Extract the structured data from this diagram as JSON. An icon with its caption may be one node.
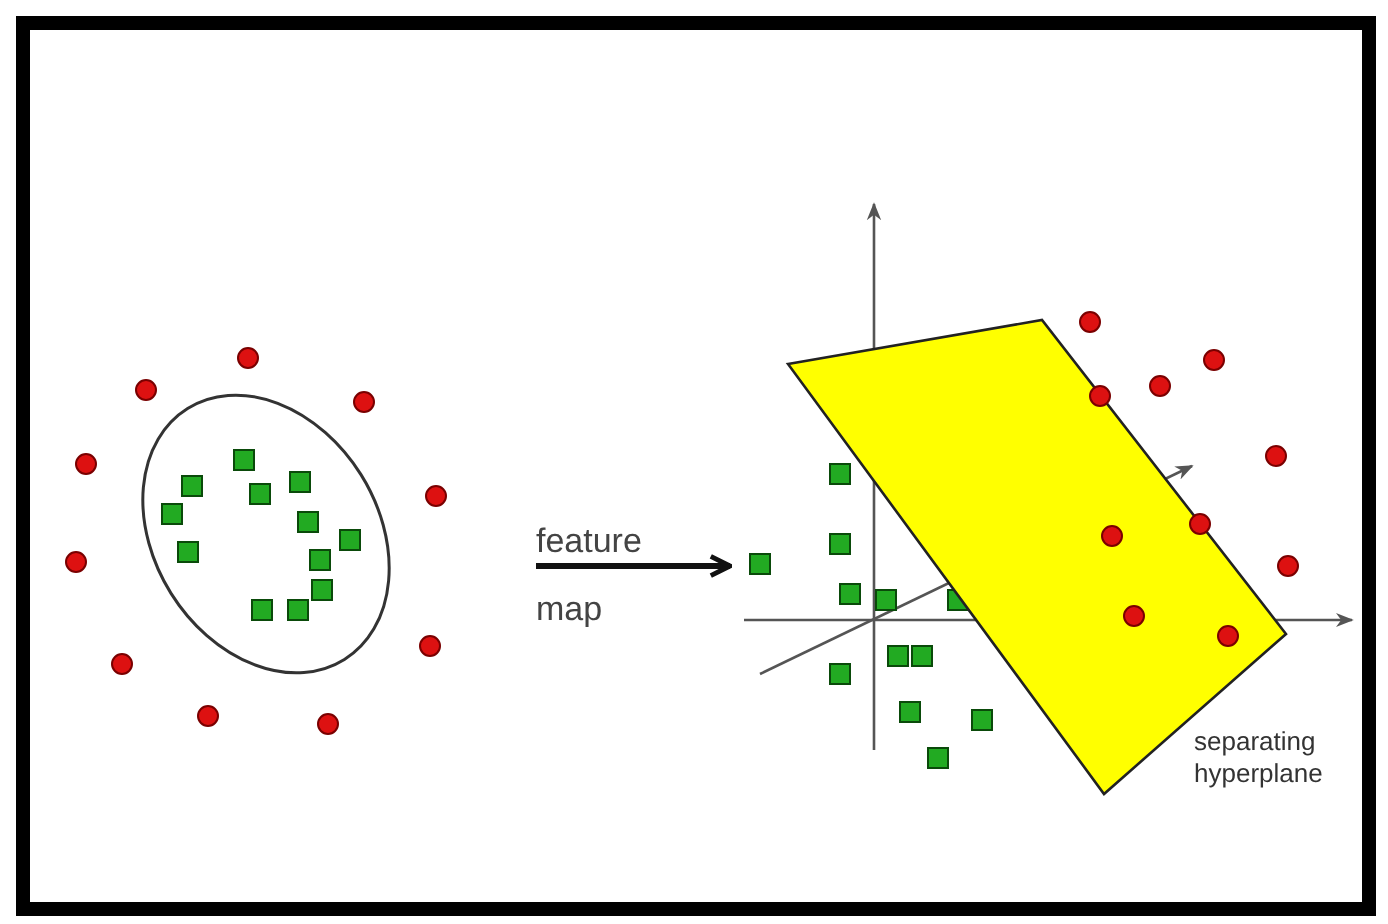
{
  "diagram": {
    "nodes": [
      {
        "text": [],
        "shape": "picture"
      },
      {
        "text": [],
        "shape": "picture"
      }
    ],
    "edges": [
      {
        "from": 0,
        "to": 1,
        "arrow": "to",
        "label": "feature map"
      }
    ],
    "labels": [
      "separating hyperplane"
    ]
  }
}
